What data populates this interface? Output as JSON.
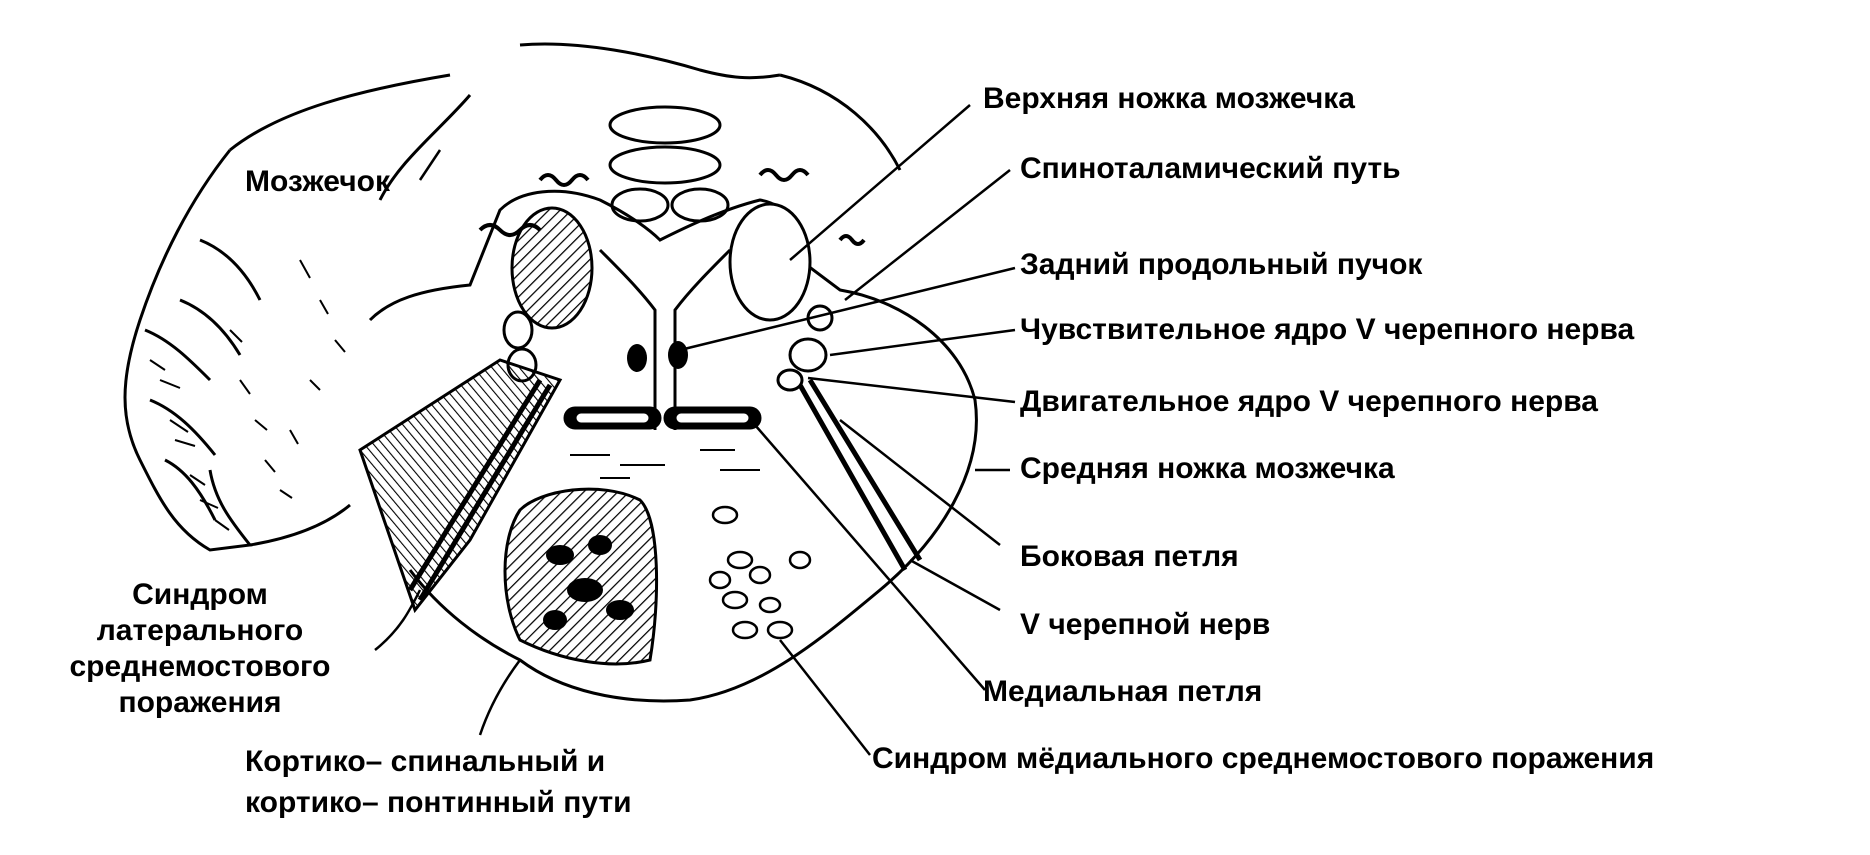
{
  "figure": {
    "labels": {
      "cerebellum": "Мозжечок",
      "superior_peduncle": "Верхняя ножка мозжечка",
      "spinothalamic": "Спиноталамический путь",
      "mlf": "Задний продольный пучок",
      "sensory_nucleus_v": "Чувствительное ядро V черепного нерва",
      "motor_nucleus_v": "Двигательное ядро V черепного нерва",
      "middle_peduncle": "Средняя ножка мозжечка",
      "lateral_lemniscus": "Боковая петля",
      "cranial_nerve_v": "V черепной нерв",
      "medial_lemniscus": "Медиальная петля",
      "medial_syndrome": "Синдром мёдиального среднемостового поражения",
      "lateral_syndrome_1": "Синдром",
      "lateral_syndrome_2": "латерального",
      "lateral_syndrome_3": "среднемостового",
      "lateral_syndrome_4": "поражения",
      "corticospinal_1": "Кортико– спинальный и",
      "corticospinal_2": "кортико– понтинный пути"
    },
    "colors": {
      "ink": "#000000",
      "paper": "#ffffff"
    }
  }
}
